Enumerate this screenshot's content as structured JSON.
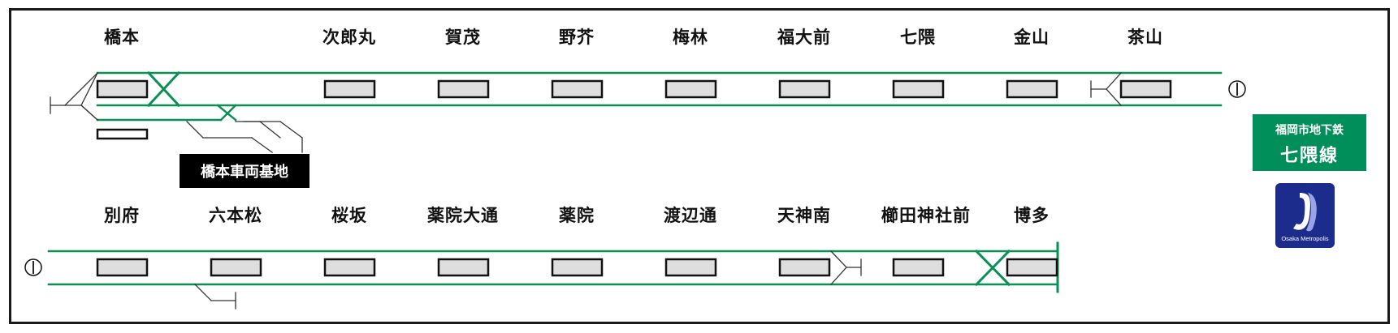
{
  "top_row": [
    "橋本",
    "次郎丸",
    "賀茂",
    "野芥",
    "梅林",
    "福大前",
    "七隈",
    "金山",
    "茶山"
  ],
  "bottom_row": [
    "別府",
    "六本松",
    "桜坂",
    "薬院大通",
    "薬院",
    "渡辺通",
    "天神南",
    "櫛田神社前",
    "博多"
  ],
  "depot": "橋本車両基地",
  "line_badge": {
    "operator": "福岡市地下鉄",
    "line": "七隈線"
  },
  "logo": {
    "text": "Osaka Metropolis"
  },
  "colors": {
    "track": "#0a8f55",
    "platform_fill": "#dedede",
    "badge": "#008f5a",
    "logo": "#1c2c8c"
  },
  "icons": [
    "circled-i-icon-top",
    "circled-i-icon-bottom",
    "depot-track-icon"
  ]
}
